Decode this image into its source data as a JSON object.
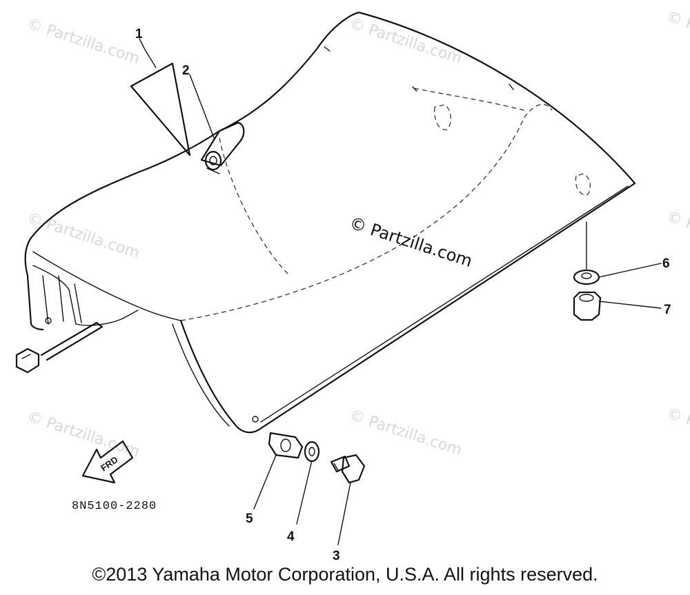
{
  "watermark": "© Partzilla.com",
  "center_watermark": "© Partzilla.com",
  "diagram_code": "8N5100-2280",
  "frd_label": "FRD",
  "copyright": "©2013 Yamaha Motor Corporation, U.S.A. All rights reserved.",
  "callouts": [
    {
      "number": "1"
    },
    {
      "number": "2"
    },
    {
      "number": "3"
    },
    {
      "number": "4"
    },
    {
      "number": "5"
    },
    {
      "number": "6"
    },
    {
      "number": "7"
    }
  ],
  "colors": {
    "line": "#111111",
    "watermark": "#d8d8d8",
    "background": "#ffffff"
  }
}
